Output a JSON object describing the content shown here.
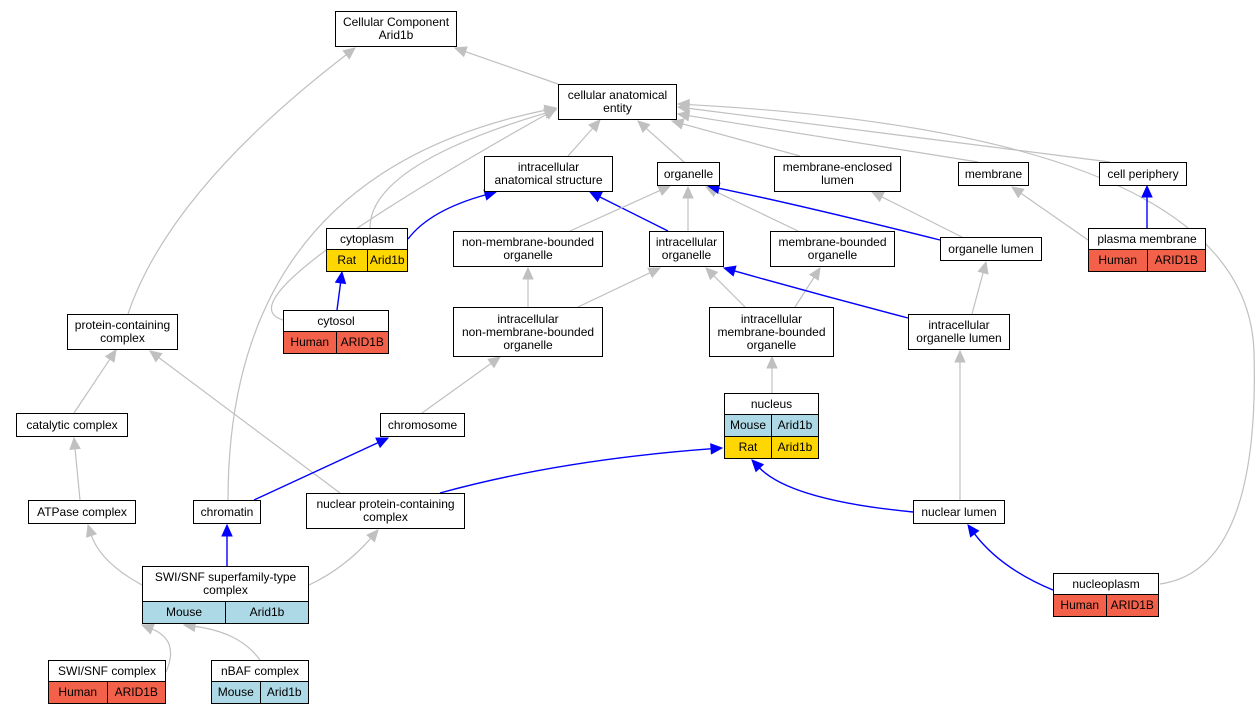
{
  "colors": {
    "human": "#f4614a",
    "mouse": "#add8e6",
    "rat": "#ffd700",
    "is_a_edge": "#c0c0c0",
    "part_of_edge": "#0000ff"
  },
  "nodes": {
    "cc_root": {
      "label": "Cellular Component\nArid1b",
      "annotations": []
    },
    "cellular_anatomical_entity": {
      "label": "cellular anatomical\nentity",
      "annotations": []
    },
    "intracellular_anatomical_structure": {
      "label": "intracellular\nanatomical structure",
      "annotations": []
    },
    "organelle": {
      "label": "organelle",
      "annotations": []
    },
    "membrane_enclosed_lumen": {
      "label": "membrane-enclosed\nlumen",
      "annotations": []
    },
    "membrane": {
      "label": "membrane",
      "annotations": []
    },
    "cell_periphery": {
      "label": "cell periphery",
      "annotations": []
    },
    "cytoplasm": {
      "label": "cytoplasm",
      "annotations": [
        [
          {
            "text": "Rat",
            "species": "rat"
          },
          {
            "text": "Arid1b",
            "species": "rat"
          }
        ]
      ]
    },
    "non_membrane_bounded_organelle": {
      "label": "non-membrane-bounded\norganelle",
      "annotations": []
    },
    "intracellular_organelle": {
      "label": "intracellular\norganelle",
      "annotations": []
    },
    "membrane_bounded_organelle": {
      "label": "membrane-bounded\norganelle",
      "annotations": []
    },
    "organelle_lumen": {
      "label": "organelle lumen",
      "annotations": []
    },
    "plasma_membrane": {
      "label": "plasma membrane",
      "annotations": [
        [
          {
            "text": "Human",
            "species": "human"
          },
          {
            "text": "ARID1B",
            "species": "human"
          }
        ]
      ]
    },
    "protein_containing_complex": {
      "label": "protein-containing\ncomplex",
      "annotations": []
    },
    "cytosol": {
      "label": "cytosol",
      "annotations": [
        [
          {
            "text": "Human",
            "species": "human"
          },
          {
            "text": "ARID1B",
            "species": "human"
          }
        ]
      ]
    },
    "intracellular_non_membrane_bounded_organelle": {
      "label": "intracellular\nnon-membrane-bounded\norganelle",
      "annotations": []
    },
    "intracellular_membrane_bounded_organelle": {
      "label": "intracellular\nmembrane-bounded\norganelle",
      "annotations": []
    },
    "intracellular_organelle_lumen": {
      "label": "intracellular\norganelle lumen",
      "annotations": []
    },
    "catalytic_complex": {
      "label": "catalytic complex",
      "annotations": []
    },
    "chromosome": {
      "label": "chromosome",
      "annotations": []
    },
    "nucleus": {
      "label": "nucleus",
      "annotations": [
        [
          {
            "text": "Mouse",
            "species": "mouse"
          },
          {
            "text": "Arid1b",
            "species": "mouse"
          }
        ],
        [
          {
            "text": "Rat",
            "species": "rat"
          },
          {
            "text": "Arid1b",
            "species": "rat"
          }
        ]
      ]
    },
    "atpase_complex": {
      "label": "ATPase complex",
      "annotations": []
    },
    "chromatin": {
      "label": "chromatin",
      "annotations": []
    },
    "nuclear_protein_containing_complex": {
      "label": "nuclear protein-containing\ncomplex",
      "annotations": []
    },
    "nuclear_lumen": {
      "label": "nuclear lumen",
      "annotations": []
    },
    "swi_snf_superfamily_type_complex": {
      "label": "SWI/SNF superfamily-type\ncomplex",
      "annotations": [
        [
          {
            "text": "Mouse",
            "species": "mouse"
          },
          {
            "text": "Arid1b",
            "species": "mouse"
          }
        ]
      ]
    },
    "nucleoplasm": {
      "label": "nucleoplasm",
      "annotations": [
        [
          {
            "text": "Human",
            "species": "human"
          },
          {
            "text": "ARID1B",
            "species": "human"
          }
        ]
      ]
    },
    "swi_snf_complex": {
      "label": "SWI/SNF complex",
      "annotations": [
        [
          {
            "text": "Human",
            "species": "human"
          },
          {
            "text": "ARID1B",
            "species": "human"
          }
        ]
      ]
    },
    "nbaf_complex": {
      "label": "nBAF complex",
      "annotations": [
        [
          {
            "text": "Mouse",
            "species": "mouse"
          },
          {
            "text": "Arid1b",
            "species": "mouse"
          }
        ]
      ]
    }
  },
  "edges": [
    {
      "from": "cellular_anatomical_entity",
      "to": "cc_root",
      "relation": "is_a"
    },
    {
      "from": "protein_containing_complex",
      "to": "cc_root",
      "relation": "is_a"
    },
    {
      "from": "intracellular_anatomical_structure",
      "to": "cellular_anatomical_entity",
      "relation": "is_a"
    },
    {
      "from": "organelle",
      "to": "cellular_anatomical_entity",
      "relation": "is_a"
    },
    {
      "from": "membrane_enclosed_lumen",
      "to": "cellular_anatomical_entity",
      "relation": "is_a"
    },
    {
      "from": "membrane",
      "to": "cellular_anatomical_entity",
      "relation": "is_a"
    },
    {
      "from": "cell_periphery",
      "to": "cellular_anatomical_entity",
      "relation": "is_a"
    },
    {
      "from": "cytoplasm",
      "to": "cellular_anatomical_entity",
      "relation": "is_a"
    },
    {
      "from": "cytosol",
      "to": "cellular_anatomical_entity",
      "relation": "is_a"
    },
    {
      "from": "chromatin",
      "to": "cellular_anatomical_entity",
      "relation": "is_a"
    },
    {
      "from": "nucleoplasm",
      "to": "cellular_anatomical_entity",
      "relation": "is_a"
    },
    {
      "from": "cytoplasm",
      "to": "intracellular_anatomical_structure",
      "relation": "part_of"
    },
    {
      "from": "intracellular_organelle",
      "to": "intracellular_anatomical_structure",
      "relation": "part_of"
    },
    {
      "from": "non_membrane_bounded_organelle",
      "to": "organelle",
      "relation": "is_a"
    },
    {
      "from": "intracellular_organelle",
      "to": "organelle",
      "relation": "is_a"
    },
    {
      "from": "membrane_bounded_organelle",
      "to": "organelle",
      "relation": "is_a"
    },
    {
      "from": "organelle_lumen",
      "to": "organelle",
      "relation": "part_of"
    },
    {
      "from": "organelle_lumen",
      "to": "membrane_enclosed_lumen",
      "relation": "is_a"
    },
    {
      "from": "plasma_membrane",
      "to": "membrane",
      "relation": "is_a"
    },
    {
      "from": "plasma_membrane",
      "to": "cell_periphery",
      "relation": "part_of"
    },
    {
      "from": "cytosol",
      "to": "cytoplasm",
      "relation": "part_of"
    },
    {
      "from": "intracellular_non_membrane_bounded_organelle",
      "to": "non_membrane_bounded_organelle",
      "relation": "is_a"
    },
    {
      "from": "intracellular_non_membrane_bounded_organelle",
      "to": "intracellular_organelle",
      "relation": "is_a"
    },
    {
      "from": "intracellular_membrane_bounded_organelle",
      "to": "intracellular_organelle",
      "relation": "is_a"
    },
    {
      "from": "intracellular_membrane_bounded_organelle",
      "to": "membrane_bounded_organelle",
      "relation": "is_a"
    },
    {
      "from": "intracellular_organelle_lumen",
      "to": "intracellular_organelle",
      "relation": "part_of"
    },
    {
      "from": "intracellular_organelle_lumen",
      "to": "organelle_lumen",
      "relation": "is_a"
    },
    {
      "from": "catalytic_complex",
      "to": "protein_containing_complex",
      "relation": "is_a"
    },
    {
      "from": "nuclear_protein_containing_complex",
      "to": "protein_containing_complex",
      "relation": "is_a"
    },
    {
      "from": "chromosome",
      "to": "intracellular_non_membrane_bounded_organelle",
      "relation": "is_a"
    },
    {
      "from": "nucleus",
      "to": "intracellular_membrane_bounded_organelle",
      "relation": "is_a"
    },
    {
      "from": "nuclear_lumen",
      "to": "intracellular_organelle_lumen",
      "relation": "is_a"
    },
    {
      "from": "atpase_complex",
      "to": "catalytic_complex",
      "relation": "is_a"
    },
    {
      "from": "chromatin",
      "to": "chromosome",
      "relation": "part_of"
    },
    {
      "from": "nuclear_protein_containing_complex",
      "to": "nucleus",
      "relation": "part_of"
    },
    {
      "from": "nuclear_lumen",
      "to": "nucleus",
      "relation": "part_of"
    },
    {
      "from": "swi_snf_superfamily_type_complex",
      "to": "atpase_complex",
      "relation": "is_a"
    },
    {
      "from": "swi_snf_superfamily_type_complex",
      "to": "chromatin",
      "relation": "part_of"
    },
    {
      "from": "swi_snf_superfamily_type_complex",
      "to": "nuclear_protein_containing_complex",
      "relation": "is_a"
    },
    {
      "from": "nucleoplasm",
      "to": "nuclear_lumen",
      "relation": "part_of"
    },
    {
      "from": "swi_snf_complex",
      "to": "swi_snf_superfamily_type_complex",
      "relation": "is_a"
    },
    {
      "from": "nbaf_complex",
      "to": "swi_snf_superfamily_type_complex",
      "relation": "is_a"
    }
  ]
}
